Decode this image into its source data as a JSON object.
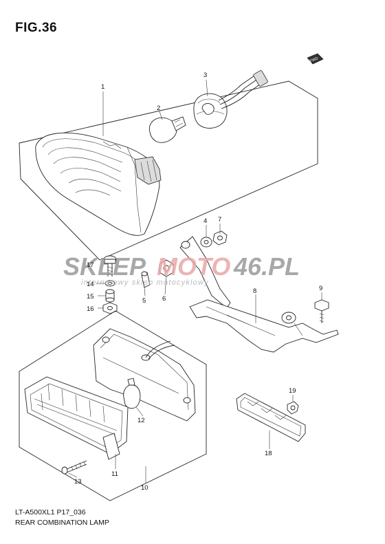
{
  "figure": {
    "title": "FIG.36",
    "model_code": "LT-A500XL1 P17_036",
    "name": "REAR COMBINATION LAMP",
    "fwd_label": "FWD"
  },
  "watermark": {
    "brand_left": "SKLEP",
    "brand_mid": "MOTO",
    "brand_right": "46.PL",
    "tagline": "internetowy sklep motocyklowy",
    "color_dark": "#9a9a9a",
    "color_accent": "#e8a7a7"
  },
  "callouts": [
    {
      "id": "1",
      "label": "1"
    },
    {
      "id": "2",
      "label": "2"
    },
    {
      "id": "3",
      "label": "3"
    },
    {
      "id": "4",
      "label": "4"
    },
    {
      "id": "5",
      "label": "5"
    },
    {
      "id": "6",
      "label": "6"
    },
    {
      "id": "7",
      "label": "7"
    },
    {
      "id": "8",
      "label": "8"
    },
    {
      "id": "9",
      "label": "9"
    },
    {
      "id": "10",
      "label": "10"
    },
    {
      "id": "11",
      "label": "11"
    },
    {
      "id": "12",
      "label": "12"
    },
    {
      "id": "13",
      "label": "13"
    },
    {
      "id": "14",
      "label": "14"
    },
    {
      "id": "15",
      "label": "15"
    },
    {
      "id": "16",
      "label": "16"
    },
    {
      "id": "17",
      "label": "17"
    },
    {
      "id": "18",
      "label": "18"
    },
    {
      "id": "19",
      "label": "19"
    }
  ]
}
